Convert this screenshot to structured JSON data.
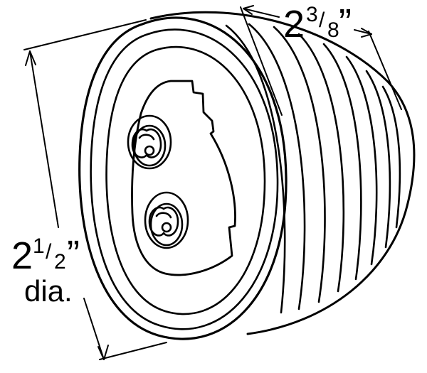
{
  "dimensions": {
    "length": {
      "whole": "2",
      "numerator": "3",
      "slash": "/",
      "denominator": "8",
      "unit_mark": "”"
    },
    "diameter": {
      "whole": "2",
      "numerator": "1",
      "slash": "/",
      "denominator": "2",
      "unit_mark": "”",
      "suffix": "dia."
    }
  },
  "colors": {
    "stroke": "#000000",
    "background": "#ffffff"
  }
}
